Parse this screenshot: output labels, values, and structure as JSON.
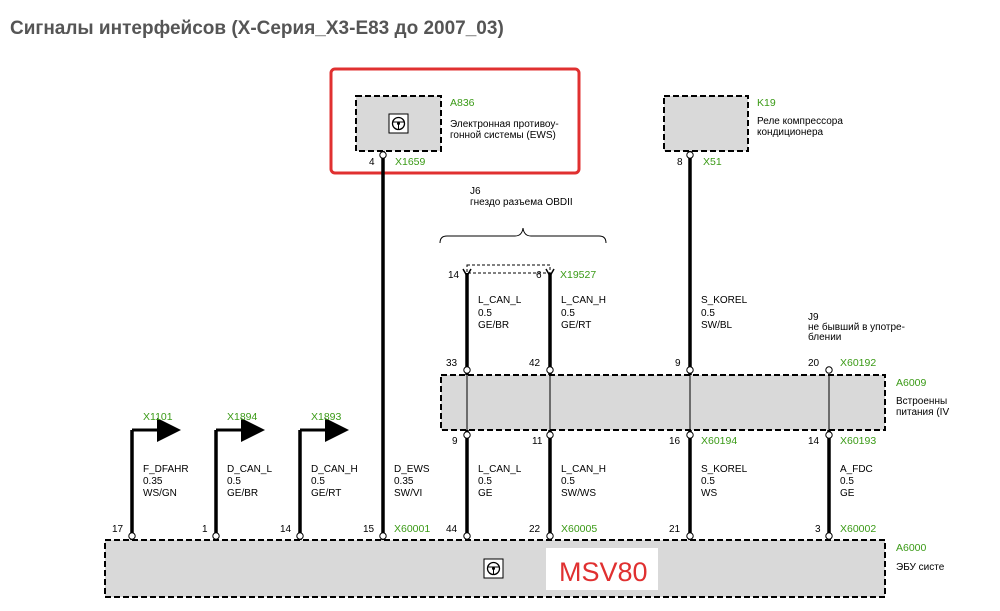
{
  "page_title": "Сигналы интерфейсов (Х-Серия_X3-E83 до 2007_03)",
  "colors": {
    "connector_green": "#3a9a16",
    "box_fill": "#d9d9d9",
    "highlight_red": "#e03030",
    "msv80_text": "#e03030"
  },
  "icons": {
    "ecu_icon": "steering-wheel-icon"
  },
  "components": {
    "a836": {
      "id": "A836",
      "desc1": "Электронная противоу-",
      "desc2": "гонной системы (EWS)",
      "pin": "4",
      "connector": "X1659"
    },
    "k19": {
      "id": "K19",
      "desc1": "Реле компрессора",
      "desc2": "кондиционера",
      "pin": "8",
      "connector": "X51"
    },
    "j6": {
      "id": "J6",
      "desc": "гнездо разъема OBDII",
      "pin_left": "14",
      "pin_right": "6",
      "connector": "X19527"
    },
    "j9": {
      "id": "J9",
      "desc1": "не бывший в употре-",
      "desc2": "блении"
    },
    "a6009": {
      "id": "A6009",
      "desc1": "Встроенны",
      "desc2": "питания (IV"
    },
    "a6000": {
      "id": "A6000",
      "desc": "ЭБУ систе",
      "label": "MSV80"
    }
  },
  "arrow_connectors": [
    "X1101",
    "X1894",
    "X1893"
  ],
  "wires": [
    {
      "name": "F_DFAHR",
      "size": "0.35",
      "color": "WS/GN",
      "bottom_pin": "17"
    },
    {
      "name": "D_CAN_L",
      "size": "0.5",
      "color": "GE/BR",
      "bottom_pin": "1"
    },
    {
      "name": "D_CAN_H",
      "size": "0.5",
      "color": "GE/RT",
      "bottom_pin": "14"
    },
    {
      "name": "D_EWS",
      "size": "0.35",
      "color": "SW/VI",
      "bottom_pin": "15",
      "bottom_connector": "X60001"
    }
  ],
  "upper_wires": [
    {
      "name": "L_CAN_L",
      "size": "0.5",
      "color": "GE/BR"
    },
    {
      "name": "L_CAN_H",
      "size": "0.5",
      "color": "GE/RT"
    },
    {
      "name": "S_KOREL",
      "size": "0.5",
      "color": "SW/BL"
    }
  ],
  "a6009_top_pins": {
    "p1": "33",
    "p2": "42",
    "p3": "9",
    "p4": "20",
    "connector": "X60192"
  },
  "a6009_bottom_pins": {
    "p1": "9",
    "p2": "11",
    "p3": "16",
    "p3_connector": "X60194",
    "p4": "14",
    "p4_connector": "X60193"
  },
  "lower_wires": [
    {
      "name": "L_CAN_L",
      "size": "0.5",
      "color": "GE",
      "bottom_pin": "44"
    },
    {
      "name": "L_CAN_H",
      "size": "0.5",
      "color": "SW/WS",
      "bottom_pin": "22",
      "bottom_connector": "X60005"
    },
    {
      "name": "S_KOREL",
      "size": "0.5",
      "color": "WS",
      "bottom_pin": "21"
    },
    {
      "name": "A_FDC",
      "size": "0.5",
      "color": "GE",
      "bottom_pin": "3",
      "bottom_connector": "X60002"
    }
  ]
}
